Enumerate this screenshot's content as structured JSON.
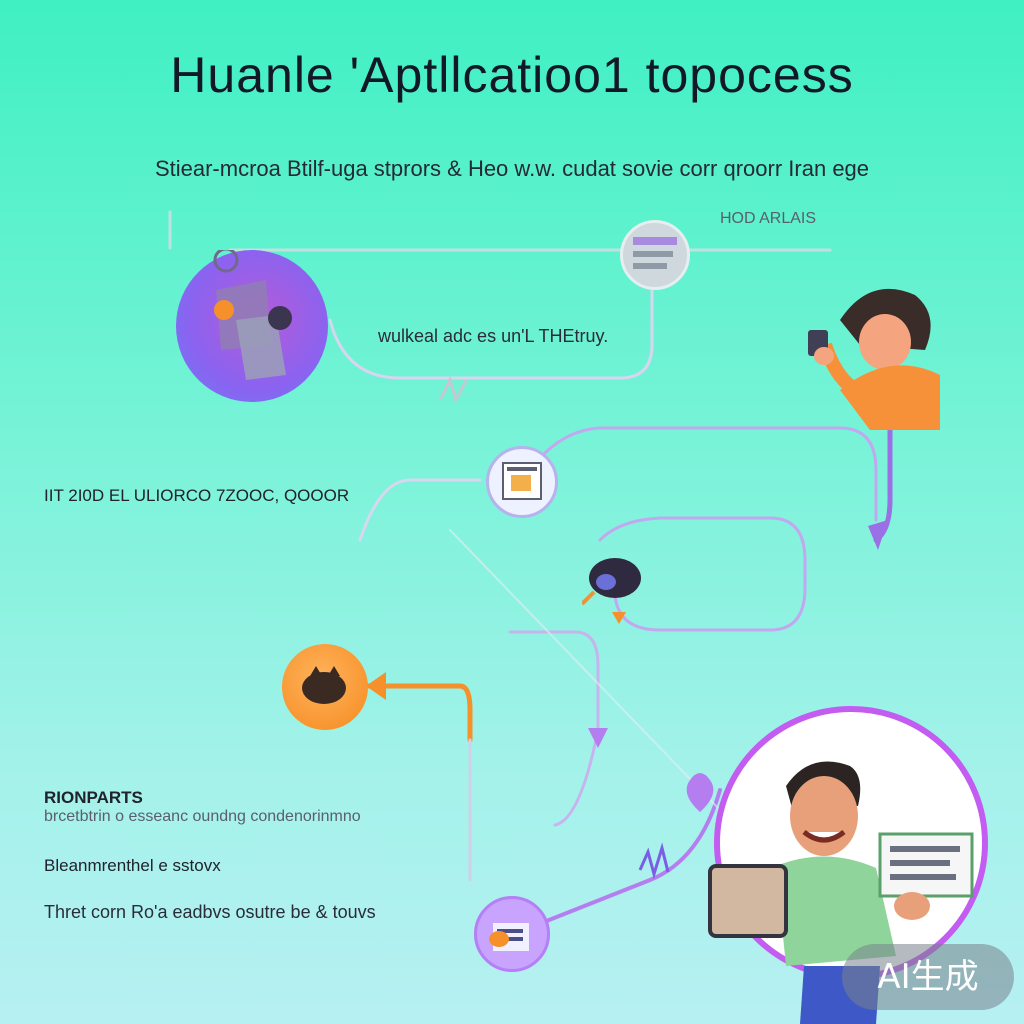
{
  "title": "Huanle 'Aptllcatioo1 topocess",
  "subtitle": "Stiear-mcroa Btilf-uga stprors & Heo w.w. cudat sovie corr qroorr Iran ege",
  "labels": {
    "top_right": "HOD ARLAIS",
    "center": "wulkeal adc es un'L THEtruy.",
    "left": "IIT 2I0D EL ULIORCO 7ZOOC, QOOOR",
    "block_title": "RIONPARTS",
    "block_line1": "brcetbtrin o esseanc oundng condenorinmno",
    "block_line2": "Bleanmrenthel e sstovx",
    "block_line3": "Thret corn Ro'a eadbvs osutre be & touvs"
  },
  "badge": "AI生成",
  "colors": {
    "background_top": "#3ff0c2",
    "background_bottom": "#b7f0f2",
    "purple": "#8a63f0",
    "orange": "#f58a1f",
    "accent_ring": "#c35cf0",
    "skin": "#f4a47e",
    "hair": "#3a2c28"
  },
  "icons": {
    "purple_node": "app-screen-icon",
    "grey_node": "document-icon",
    "doc_node": "form-icon",
    "dark_node": "bird-icon",
    "orange_node": "cat-icon",
    "bottom_node": "folder-icon",
    "person_top": "person-with-phone-illustration",
    "person_bottom": "smiling-man-with-laptop-illustration"
  }
}
